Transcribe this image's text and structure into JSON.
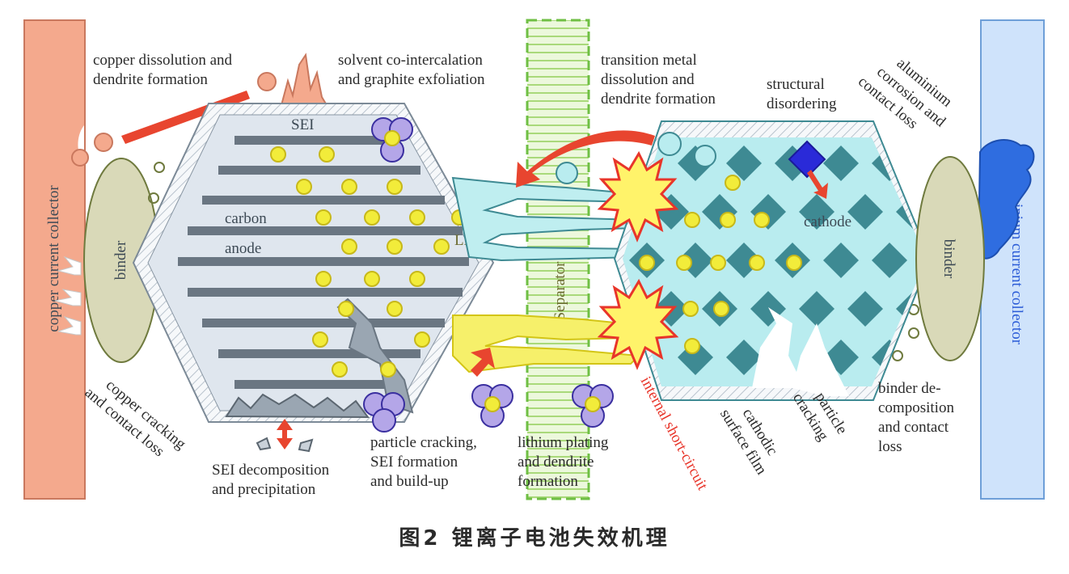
{
  "collectors": {
    "copper": "copper current collector",
    "aluminium": "aluminium current collector"
  },
  "separator": "Separator",
  "anode": {
    "binder": "binder",
    "sei": "SEI",
    "carbon": "carbon",
    "anode": "anode",
    "li": "Li⁺"
  },
  "cathode": {
    "binder": "binder",
    "cathode": "cathode"
  },
  "labels": {
    "copper_dissolution": [
      "copper dissolution and",
      "dendrite formation"
    ],
    "solvent": [
      "solvent co-intercalation",
      "and graphite exfoliation"
    ],
    "transition_metal": [
      "transition metal",
      "dissolution and",
      "dendrite formation"
    ],
    "structural": [
      "structural",
      "disordering"
    ],
    "aluminium_corrosion": [
      "aluminium",
      "corrosion and",
      "contact loss"
    ],
    "copper_cracking": [
      "copper cracking",
      "and contact loss"
    ],
    "sei_decomp": [
      "SEI decomposition",
      "and precipitation"
    ],
    "particle_cracking_sei": [
      "particle cracking,",
      "SEI formation",
      "and build-up"
    ],
    "lithium_plating": [
      "lithium plating",
      "and dendrite",
      "formation"
    ],
    "internal_short": "internal short-circuit",
    "cathodic_surface": [
      "cathodic",
      "surface film"
    ],
    "particle_cracking": [
      "particle",
      "cracking"
    ],
    "binder_decomp": [
      "binder de-",
      "composition",
      "and contact",
      "loss"
    ]
  },
  "caption": "图2   锂离子电池失效机理",
  "colors": {
    "copper": "#f4a98d",
    "aluminium": "#cfe3fb",
    "separator": "#d8f0b8",
    "anode_fill": "#dfe6ee",
    "cathode_fill": "#b9ecef",
    "cathode_diamond": "#3e8a93",
    "arrow": "#e8452f",
    "lithium": "#f2ec3a"
  }
}
